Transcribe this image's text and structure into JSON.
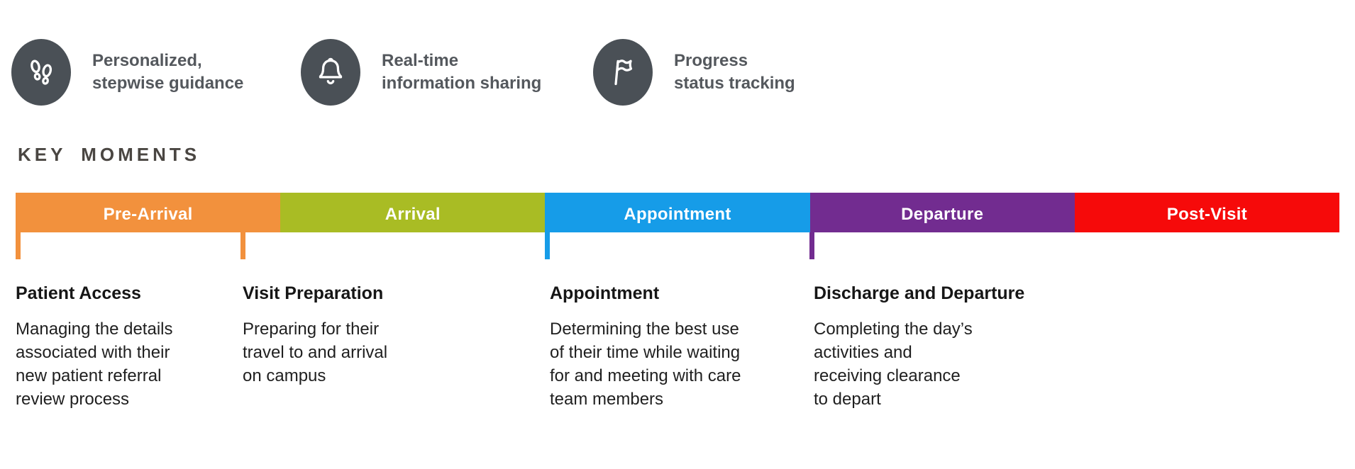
{
  "features": [
    {
      "icon": "footprints-icon",
      "label": "Personalized,\nstepwise guidance"
    },
    {
      "icon": "bell-icon",
      "label": "Real-time\ninformation sharing"
    },
    {
      "icon": "flag-icon",
      "label": "Progress\nstatus tracking"
    }
  ],
  "section_title": "KEY MOMENTS",
  "timeline": {
    "segments": [
      {
        "label": "Pre-Arrival",
        "color": "#F2913D"
      },
      {
        "label": "Arrival",
        "color": "#A9BC24"
      },
      {
        "label": "Appointment",
        "color": "#169CE8"
      },
      {
        "label": "Departure",
        "color": "#722C90"
      },
      {
        "label": "Post-Visit",
        "color": "#F60A0A"
      }
    ],
    "ticks": [
      {
        "color": "#F2913D"
      },
      {
        "color": "#F2913D"
      },
      {
        "color": "#169CE8"
      },
      {
        "color": "#722C90"
      }
    ]
  },
  "moments": [
    {
      "title": "Patient Access",
      "description": "Managing the details\nassociated with their\nnew patient referral\nreview process"
    },
    {
      "title": "Visit Preparation",
      "description": "Preparing for their\ntravel to and arrival\non campus"
    },
    {
      "title": "Appointment",
      "description": "Determining the best use\nof their time while waiting\nfor and meeting with care\nteam members"
    },
    {
      "title": "Discharge and Departure",
      "description": "Completing the day’s\nactivities and\nreceiving clearance\nto depart"
    }
  ],
  "colors": {
    "icon_circle": "#4A5056",
    "feature_text": "#54585D",
    "section_title_text": "#4A4642",
    "moment_title_text": "#161616",
    "moment_body_text": "#1F1F1F",
    "background": "#FFFFFF"
  }
}
